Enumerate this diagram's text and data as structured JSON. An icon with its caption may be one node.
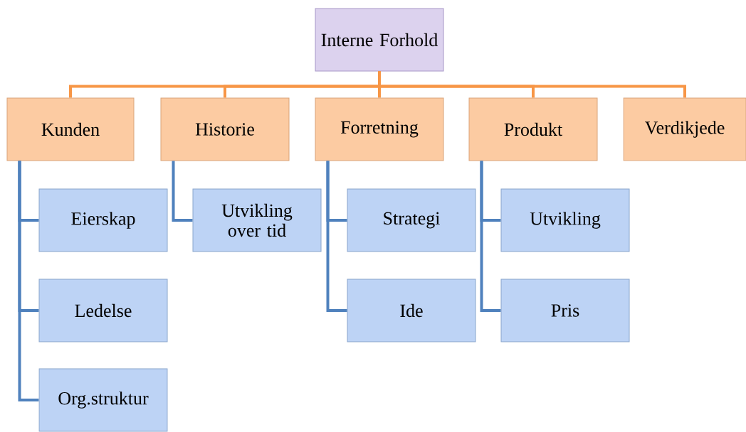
{
  "diagram": {
    "nodes": [
      {
        "text": [
          "Interne Forhold"
        ]
      },
      {
        "text": [
          "Kunden"
        ]
      },
      {
        "text": [
          "Historie"
        ]
      },
      {
        "text": [
          "Forretning"
        ]
      },
      {
        "text": [
          "Produkt"
        ]
      },
      {
        "text": [
          "Verdikjede"
        ]
      },
      {
        "text": [
          "Eierskap"
        ]
      },
      {
        "text": [
          "Ledelse"
        ]
      },
      {
        "text": [
          "Org.struktur"
        ]
      },
      {
        "text": [
          "Utvikling over tid"
        ]
      },
      {
        "text": [
          "Strategi"
        ]
      },
      {
        "text": [
          "Ide"
        ]
      },
      {
        "text": [
          "Utvikling"
        ]
      },
      {
        "text": [
          "Pris"
        ]
      }
    ],
    "edges": [
      {
        "from": 0,
        "to": 1,
        "arrow": "none",
        "color": "#f79646"
      },
      {
        "from": 0,
        "to": 2,
        "arrow": "none",
        "color": "#f79646"
      },
      {
        "from": 0,
        "to": 3,
        "arrow": "none",
        "color": "#f79646"
      },
      {
        "from": 0,
        "to": 4,
        "arrow": "none",
        "color": "#f79646"
      },
      {
        "from": 0,
        "to": 5,
        "arrow": "none",
        "color": "#f79646"
      },
      {
        "from": 1,
        "to": 6,
        "arrow": "none"
      },
      {
        "from": 1,
        "to": 7,
        "arrow": "none"
      },
      {
        "from": 1,
        "to": 8,
        "arrow": "none"
      },
      {
        "from": 2,
        "to": 9,
        "arrow": "none"
      },
      {
        "from": 3,
        "to": 10,
        "arrow": "none"
      },
      {
        "from": 3,
        "to": 11,
        "arrow": "none"
      },
      {
        "from": 4,
        "to": 12,
        "arrow": "none"
      },
      {
        "from": 4,
        "to": 13,
        "arrow": "none"
      }
    ]
  }
}
